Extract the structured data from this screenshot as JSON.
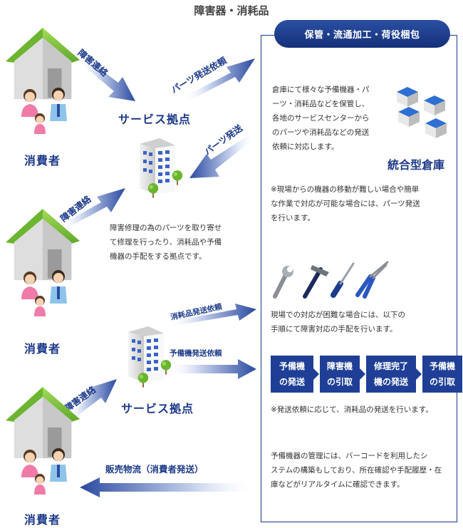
{
  "title": "障害器・消耗品",
  "panel": {
    "pill": "保管・流通加工・荷役梱包",
    "warehouse_desc": [
      "倉庫にて様々な予備機器・パ",
      "ーツ・消耗品などを保管し、",
      "各地のサービスセンターから",
      "のパーツや消耗品などの発送",
      "依頼に対応します。"
    ],
    "warehouse_label": "統合型倉庫",
    "note1": [
      "※現場からの機器の移動が難しい場合や簡単",
      "な作業で対応が可能な場合には、パーツ発送",
      "を行います。"
    ],
    "tools_desc": [
      "現場での対応が困難な場合には、以下の",
      "手順にて障害対応の手配を行います。"
    ],
    "steps": [
      {
        "line1": "予備機",
        "line2": "の発送"
      },
      {
        "line1": "障害機",
        "line2": "の引取"
      },
      {
        "line1": "修理完了",
        "line2": "機の発送"
      },
      {
        "line1": "予備機",
        "line2": "の引取"
      }
    ],
    "note2": "※発送依頼に応じて、消耗品の発送を行います。",
    "mgmt_desc": [
      "予備機器の管理には、バーコードを利用したシ",
      "ステムの構築もしており、所在確認や手配履歴・在",
      "庫などがリアルタイムに確認できます。"
    ]
  },
  "left": {
    "consumer_label": "消費者",
    "hub_label": "サービス拠点",
    "hub_desc": [
      "障害修理の為のパーツを取り寄せ",
      "て修理を行ったり、消耗品や予備",
      "機器の手配をする拠点です。"
    ]
  },
  "arrows": {
    "report1": "障害連絡",
    "report2": "障害連絡",
    "report3": "障害連絡",
    "parts_request": "パーツ発送依頼",
    "parts_ship": "パーツ発送",
    "consumable_request": "消耗品発送依頼",
    "spare_request": "予備機発送依頼",
    "sales_logistics": "販売物流（消費者発送）"
  },
  "colors": {
    "navy": "#1d3a8a",
    "roof_green": "#7cc23f",
    "flow_box": "#1f3f96",
    "warehouse_blue": "#2e6fd1"
  },
  "icons": [
    "house-icon",
    "family-icon",
    "office-building-icon",
    "tree-icon",
    "warehouse-icon",
    "wrench-icon",
    "hammer-icon",
    "screwdriver-icon",
    "pliers-icon",
    "arrow-icon"
  ]
}
